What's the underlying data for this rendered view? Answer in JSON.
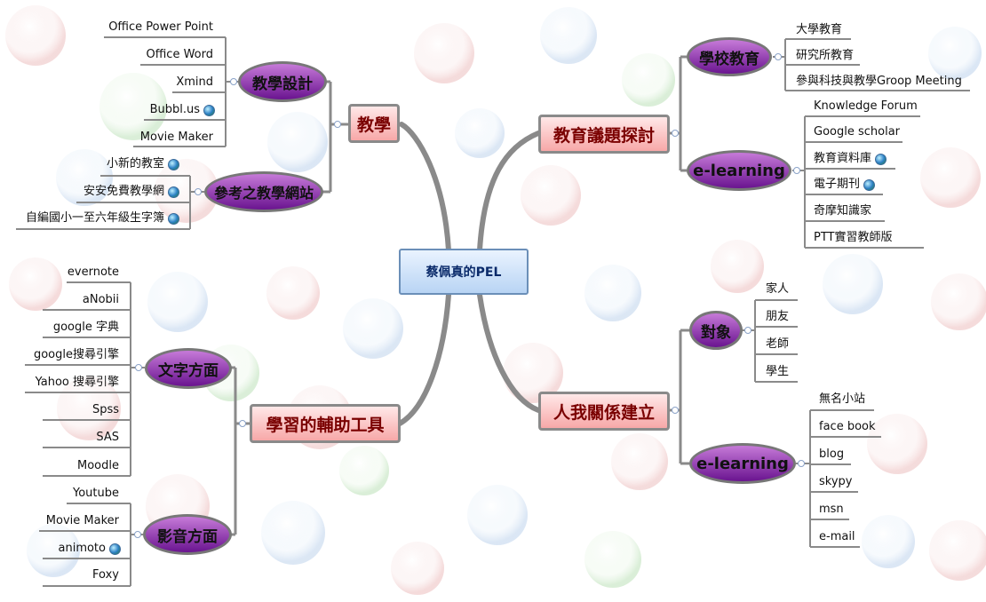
{
  "root": "蔡佩真的PEL",
  "branches": {
    "teaching": {
      "label": "教學",
      "design": {
        "label": "教學設計",
        "items": [
          "Office Power Point",
          "Office Word",
          "Xmind",
          "Bubbl.us",
          "Movie Maker"
        ]
      },
      "sites": {
        "label": "參考之教學網站",
        "items": [
          "小新的教室",
          "安安免費教學網",
          "自編國小一至六年級生字簿"
        ]
      }
    },
    "tools": {
      "label": "學習的輔助工具",
      "text": {
        "label": "文字方面",
        "items": [
          "evernote",
          "aNobii",
          "google 字典",
          "google搜尋引擎",
          "Yahoo 搜尋引擎",
          "Spss",
          "SAS",
          "Moodle"
        ]
      },
      "media": {
        "label": "影音方面",
        "items": [
          "Youtube",
          "Movie Maker",
          "animoto",
          "Foxy"
        ]
      }
    },
    "education": {
      "label": "教育議題探討",
      "school": {
        "label": "學校教育",
        "items": [
          "大學教育",
          "研究所教育",
          "參與科技與教學Groop Meeting"
        ]
      },
      "elearning": {
        "label": "e-learning",
        "items": [
          "Knowledge Forum",
          "Google scholar",
          "教育資料庫",
          "電子期刊",
          "奇摩知識家",
          "PTT實習教師版"
        ]
      }
    },
    "relations": {
      "label": "人我關係建立",
      "targets": {
        "label": "對象",
        "items": [
          "家人",
          "朋友",
          "老師",
          "學生"
        ]
      },
      "elearning": {
        "label": "e-learning",
        "items": [
          "無名小站",
          "face book",
          "blog",
          "skypy",
          "msn",
          "e-mail"
        ]
      }
    }
  },
  "colors": {
    "main_fill": "#f7a8a8",
    "sub_fill": "#7a1fa0",
    "root_fill": "#b8d4f4",
    "line": "#8a8a8a"
  },
  "icons": {
    "web_link": "globe-icon"
  }
}
